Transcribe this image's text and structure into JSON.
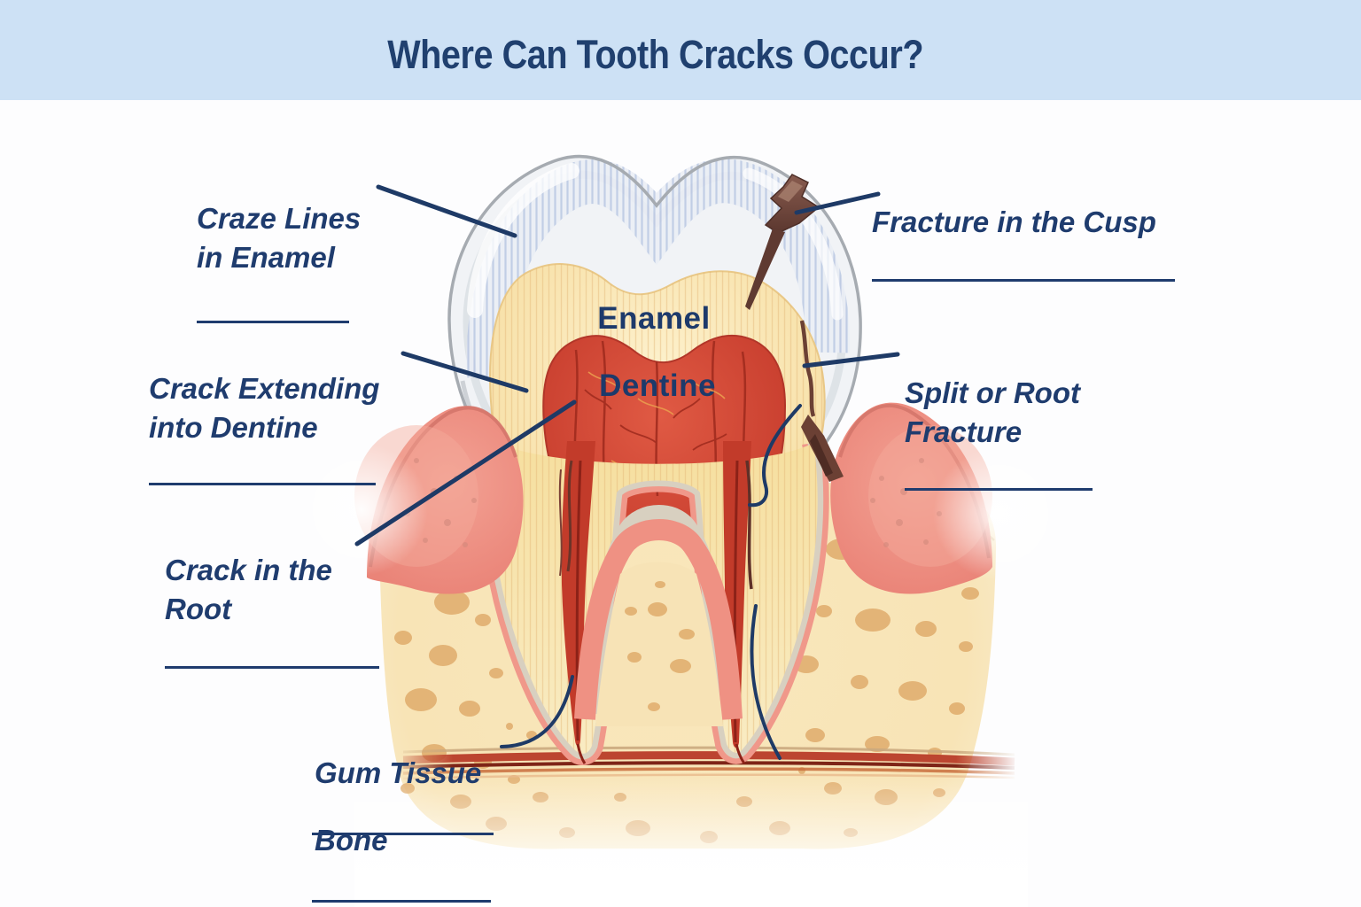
{
  "header": {
    "title": "Where Can Tooth Cracks Occur?"
  },
  "palette": {
    "accent_navy": "#1e3a66",
    "header_bg": "#cde1f5",
    "enamel_white": "#f1f3f6",
    "dentine_yellow": "#f6dc9e",
    "pulp_red": "#cf4533",
    "gum_pink": "#ee8d80",
    "bone_cream": "#f7e3b6",
    "crack_brown": "#5f3a31"
  },
  "diagram": {
    "callouts": [
      {
        "id": "craze-lines",
        "text": "Craze Lines\nin Enamel"
      },
      {
        "id": "fracture-cusp",
        "text": "Fracture in the Cusp"
      },
      {
        "id": "crack-into-dentine",
        "text": "Crack Extending\ninto Dentine"
      },
      {
        "id": "split-root-fracture",
        "text": "Split or Root\nFracture"
      },
      {
        "id": "crack-in-root",
        "text": "Crack in the\nRoot"
      },
      {
        "id": "gum-tissue",
        "text": "Gum Tissue"
      },
      {
        "id": "bone",
        "text": "Bone"
      }
    ],
    "part_labels": [
      {
        "id": "enamel",
        "text": "Enamel"
      },
      {
        "id": "dentine",
        "text": "Dentine"
      }
    ]
  }
}
